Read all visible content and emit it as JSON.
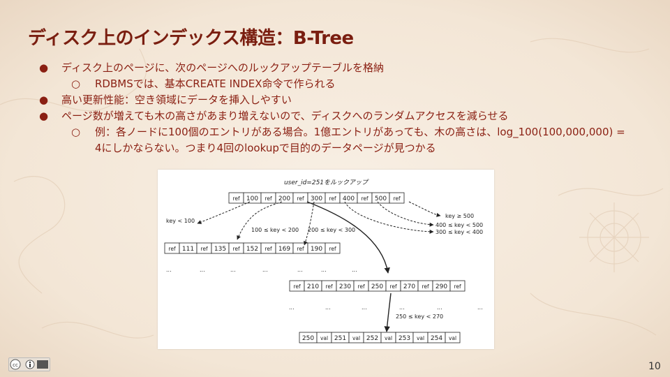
{
  "slide": {
    "title": "ディスク上のインデックス構造：B-Tree",
    "page_number": "10",
    "bullets": [
      {
        "level": 1,
        "text": "ディスク上のページに、次のページへのルックアップテーブルを格納"
      },
      {
        "level": 2,
        "text": "RDBMSでは、基本CREATE INDEX命令で作られる"
      },
      {
        "level": 1,
        "text": "高い更新性能：空き領域にデータを挿入しやすい"
      },
      {
        "level": 1,
        "text": "ページ数が増えても木の高さがあまり増えないので、ディスクへのランダムアクセスを減らせる"
      },
      {
        "level": 2,
        "text": "例：各ノードに100個のエントリがある場合。1億エントリがあっても、木の高さは、log_100(100,000,000) ="
      },
      {
        "level": 0,
        "text": "4にしかならない。つまり4回のlookupで目的のデータページが見つかる"
      }
    ],
    "bullet_markers": {
      "level1": "●",
      "level2": "○"
    },
    "license_icon": "cc-by-icon"
  },
  "diagram": {
    "caption": "user_id=251をルックアップ",
    "root": [
      "ref",
      "100",
      "ref",
      "200",
      "ref",
      "300",
      "ref",
      "400",
      "ref",
      "500",
      "ref"
    ],
    "left_node": [
      "ref",
      "111",
      "ref",
      "135",
      "ref",
      "152",
      "ref",
      "169",
      "ref",
      "190",
      "ref"
    ],
    "mid_node": [
      "ref",
      "210",
      "ref",
      "230",
      "ref",
      "250",
      "ref",
      "270",
      "ref",
      "290",
      "ref"
    ],
    "leaf": [
      "250",
      "val",
      "251",
      "val",
      "252",
      "val",
      "253",
      "val",
      "254",
      "val"
    ],
    "labels": {
      "key_lt_100": "key < 100",
      "range_100_200": "100 ≤ key < 200",
      "range_200_300": "200 ≤ key < 300",
      "key_ge_500": "key ≥ 500",
      "range_400_500": "400 ≤ key < 500",
      "range_300_400": "300 ≤ key < 400",
      "range_250_270": "250 ≤ key < 270"
    },
    "ellipsis": "..."
  }
}
